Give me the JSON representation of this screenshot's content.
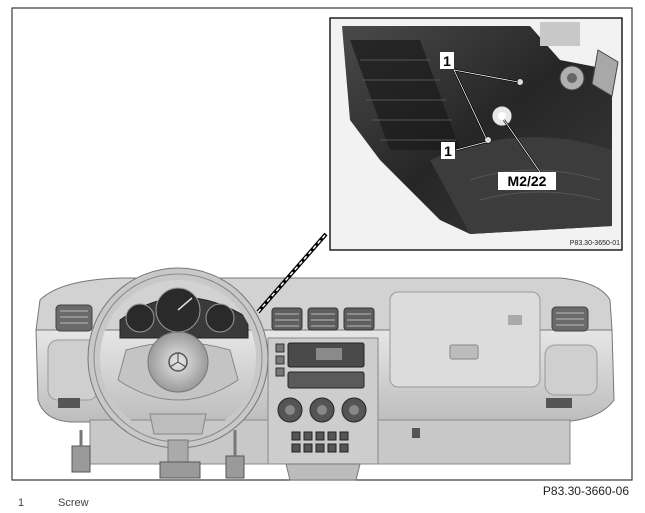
{
  "inset": {
    "callout_1_top": "1",
    "callout_1_bottom": "1",
    "callout_m2": "M2/22",
    "inset_code": "P83.30-3650-01"
  },
  "figure_code": "P83.30-3660-06",
  "legend": {
    "number": "1",
    "text": "Screw"
  },
  "colors": {
    "frame": "#3a3a3a",
    "dashboard": "#d9d9d9",
    "shadow": "#8c8c8c",
    "inset_dark": "#1e1e1e"
  }
}
